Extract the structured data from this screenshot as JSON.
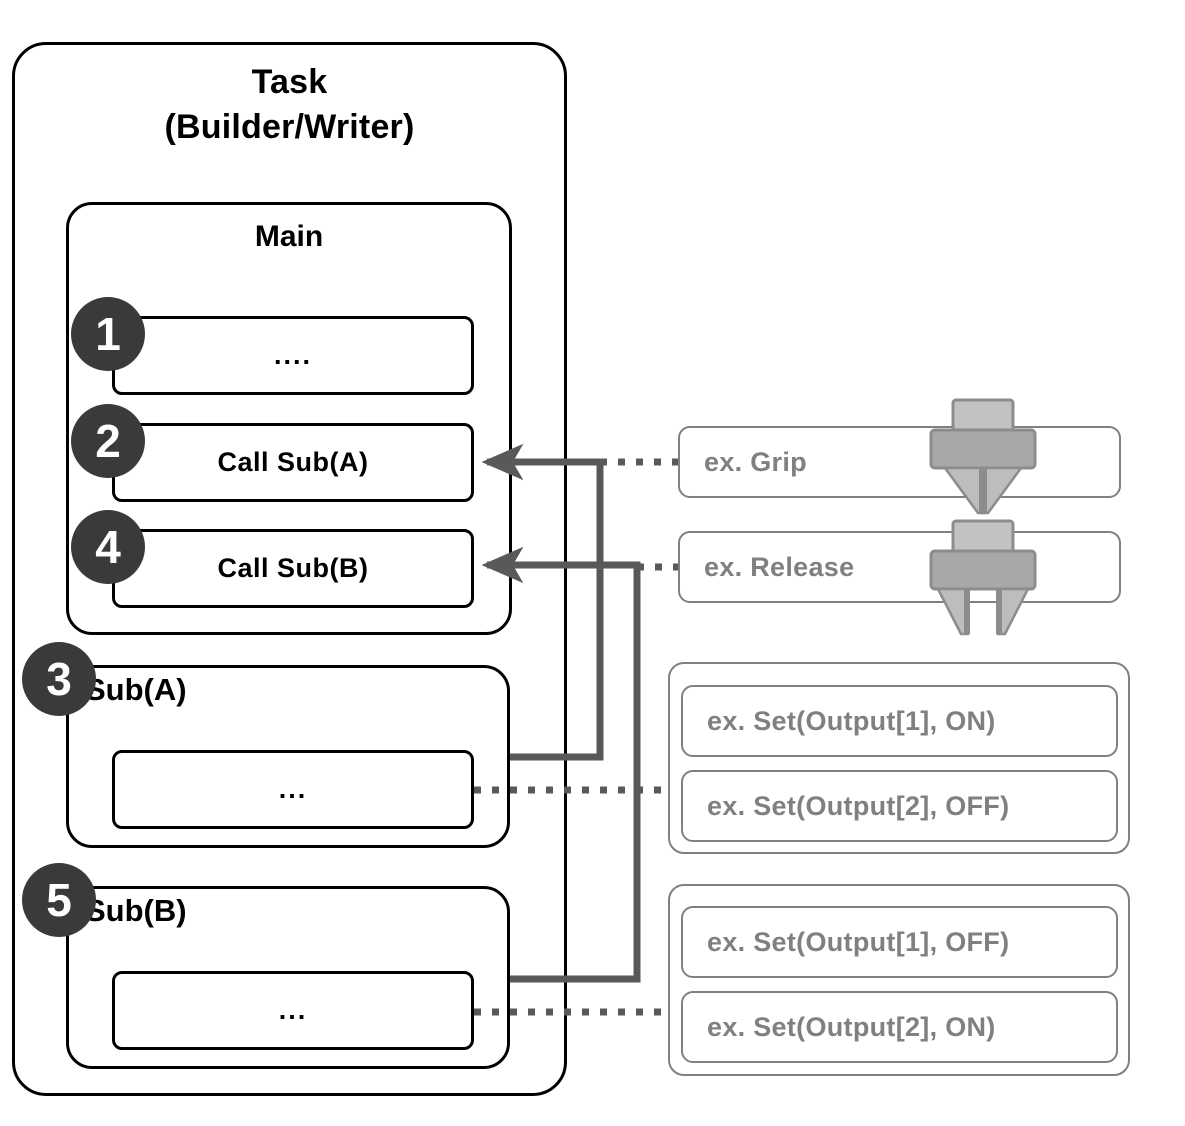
{
  "diagram": {
    "task": {
      "title_line1": "Task",
      "title_line2": "(Builder/Writer)",
      "main_label": "Main",
      "main_statements": [
        {
          "step": "1",
          "text": "...."
        },
        {
          "step": "2",
          "text": "Call Sub(A)"
        },
        {
          "step": "4",
          "text": "Call Sub(B)"
        }
      ],
      "subroutines": [
        {
          "step": "3",
          "label": "Sub(A)",
          "body_text": "..."
        },
        {
          "step": "5",
          "label": "Sub(B)",
          "body_text": "..."
        }
      ]
    },
    "examples": {
      "call_examples": [
        {
          "text": "ex. Grip",
          "icon": "gripper-closed-icon"
        },
        {
          "text": "ex. Release",
          "icon": "gripper-open-icon"
        }
      ],
      "sub_a_examples": [
        {
          "text": "ex. Set(Output[1], ON)"
        },
        {
          "text": "ex. Set(Output[2], OFF)"
        }
      ],
      "sub_b_examples": [
        {
          "text": "ex. Set(Output[1], OFF)"
        },
        {
          "text": "ex. Set(Output[2], ON)"
        }
      ]
    },
    "colors": {
      "badge_fill": "#3a3a3a",
      "badge_text": "#ffffff",
      "frame_stroke": "#000000",
      "example_stroke": "#808080",
      "example_text": "#808080",
      "connector": "#595959",
      "gripper_light": "#b3b3b3",
      "gripper_dark": "#a0a0a0"
    }
  }
}
